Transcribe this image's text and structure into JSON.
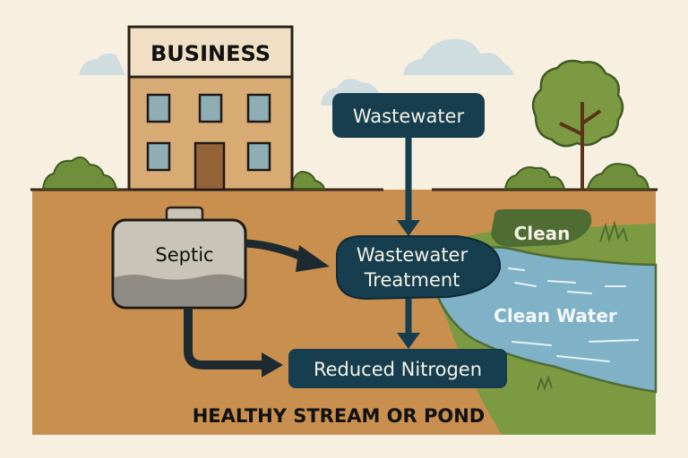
{
  "diagram": {
    "building_sign": "BUSINESS",
    "labels": {
      "wastewater": "Wastewater",
      "septic": "Septic",
      "treatment_line1": "Wastewater",
      "treatment_line2": "Treatment",
      "reduced_nitrogen": "Reduced Nitrogen",
      "clean": "Clean",
      "clean_water": "Clean Water",
      "caption": "HEALTHY STREAM OR POND"
    },
    "colors": {
      "background": "#f7f0e1",
      "soil": "#c98f4f",
      "node_fill": "#163e4e",
      "water": "#7fb1c7",
      "grass": "#7c9a42",
      "clean_badge": "#4f6d33",
      "building": "#d9ab74",
      "septic_tank": "#c9c3b8"
    },
    "flows": [
      {
        "from": "Wastewater",
        "to": "Wastewater Treatment"
      },
      {
        "from": "Septic",
        "to": "Wastewater Treatment"
      },
      {
        "from": "Wastewater Treatment",
        "to": "Reduced Nitrogen"
      },
      {
        "from": "Septic",
        "to": "Reduced Nitrogen"
      }
    ]
  }
}
